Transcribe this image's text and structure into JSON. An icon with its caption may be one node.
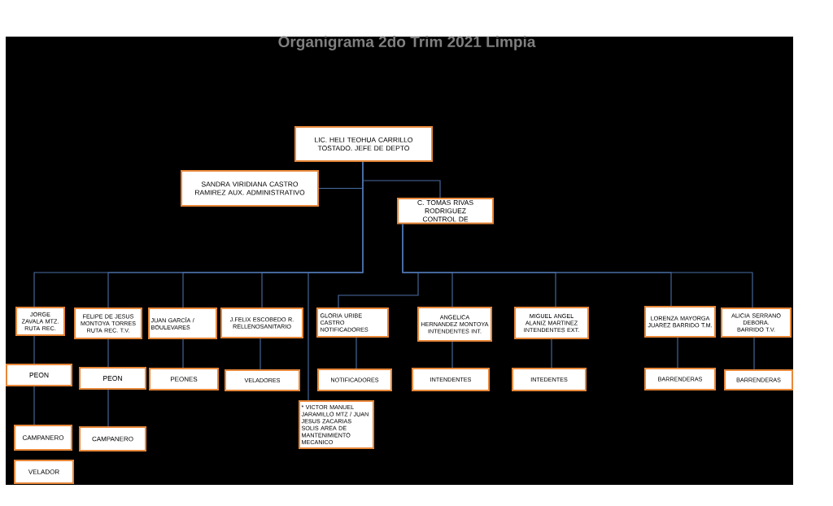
{
  "diagram": {
    "title": "Organigrama 2do Trim 2021 Limpia",
    "nodes": [
      {
        "text": [
          "LIC. HELI TEOHUA CARRILLO TOSTADO. JEFE DE DEPTO"
        ]
      },
      {
        "text": [
          "SANDRA VIRIDIANA CASTRO RAMIREZ AUX. ADMINISTRATIVO"
        ]
      },
      {
        "text": [
          "C. TOMAS RIVAS RODRIGUEZ CONTROL DE"
        ]
      },
      {
        "text": [
          "JORGE ZAVALA MTZ. RUTA REC."
        ]
      },
      {
        "text": [
          "FELIPE DE JESUS MONTOYA TORRES RUTA REC. T.V."
        ]
      },
      {
        "text": [
          "JUAN GARCÍA / BOULEVARES"
        ]
      },
      {
        "text": [
          "J.FELIX ESCOBEDO R. RELLENOSANITARIO"
        ]
      },
      {
        "text": [
          "GLORIA URIBE CASTRO NOTIFICADORES"
        ]
      },
      {
        "text": [
          "ANGELICA HERNANDEZ MONTOYA INTENDENTES INT."
        ]
      },
      {
        "text": [
          "MIGUEL ANGEL ALANIZ MARTINEZ INTENDENTES EXT."
        ]
      },
      {
        "text": [
          "LORENZA MAYORGA JUAREZ BARRIDO T.M."
        ]
      },
      {
        "text": [
          "ALICIA SERRANO DEBORA. BARRIDO T.V."
        ]
      },
      {
        "text": [
          "PEON"
        ]
      },
      {
        "text": [
          "PEON"
        ]
      },
      {
        "text": [
          "PEONES"
        ]
      },
      {
        "text": [
          "VELADORES"
        ]
      },
      {
        "text": [
          "NOTIFICADORES"
        ]
      },
      {
        "text": [
          "INTENDENTES"
        ]
      },
      {
        "text": [
          "INTEDENTES"
        ]
      },
      {
        "text": [
          "BARRENDERAS"
        ]
      },
      {
        "text": [
          "BARRENDERAS"
        ]
      },
      {
        "text": [
          "* VICTOR MANUEL JARAMILLO MTZ / JUAN JESUS ZACARIAS SOLIS AREA DE MANTENIMIENTO MECANICO"
        ]
      },
      {
        "text": [
          "CAMPANERO"
        ]
      },
      {
        "text": [
          "CAMPANERO"
        ]
      },
      {
        "text": [
          "VELADOR"
        ]
      }
    ],
    "edges": [
      {
        "from": 0,
        "to": 1,
        "arrow": "none"
      },
      {
        "from": 0,
        "to": 2,
        "arrow": "none"
      },
      {
        "from": 0,
        "to": 3,
        "arrow": "none"
      },
      {
        "from": 0,
        "to": 4,
        "arrow": "none"
      },
      {
        "from": 0,
        "to": 5,
        "arrow": "none"
      },
      {
        "from": 0,
        "to": 6,
        "arrow": "none"
      },
      {
        "from": 0,
        "to": 21,
        "arrow": "none"
      },
      {
        "from": 2,
        "to": 7,
        "arrow": "none"
      },
      {
        "from": 2,
        "to": 8,
        "arrow": "none"
      },
      {
        "from": 2,
        "to": 9,
        "arrow": "none"
      },
      {
        "from": 2,
        "to": 10,
        "arrow": "none"
      },
      {
        "from": 2,
        "to": 11,
        "arrow": "none"
      },
      {
        "from": 3,
        "to": 12,
        "arrow": "none"
      },
      {
        "from": 12,
        "to": 22,
        "arrow": "none"
      },
      {
        "from": 4,
        "to": 13,
        "arrow": "none"
      },
      {
        "from": 13,
        "to": 23,
        "arrow": "none"
      },
      {
        "from": 5,
        "to": 14,
        "arrow": "none"
      },
      {
        "from": 6,
        "to": 15,
        "arrow": "none"
      },
      {
        "from": 7,
        "to": 16,
        "arrow": "none"
      },
      {
        "from": 8,
        "to": 17,
        "arrow": "none"
      },
      {
        "from": 9,
        "to": 18,
        "arrow": "none"
      },
      {
        "from": 10,
        "to": 19,
        "arrow": "none"
      },
      {
        "from": 11,
        "to": 20,
        "arrow": "none"
      }
    ]
  }
}
